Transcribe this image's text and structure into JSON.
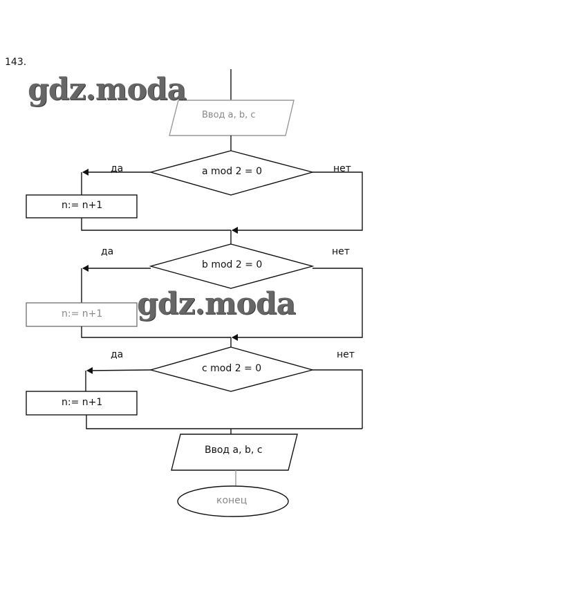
{
  "problem_number": "143.",
  "watermark": "gdz.moda",
  "flowchart": {
    "input_block": "Ввод a, b, c",
    "decisions": [
      {
        "condition": "a mod 2 = 0",
        "yes_label": "да",
        "no_label": "нет",
        "yes_action": "n:= n+1"
      },
      {
        "condition": "b mod 2 = 0",
        "yes_label": "да",
        "no_label": "нет",
        "yes_action": "n:= n+1"
      },
      {
        "condition": "c mod 2 = 0",
        "yes_label": "да",
        "no_label": "нет",
        "yes_action": "n:= n+1"
      }
    ],
    "output_block": "Ввод a, b, c",
    "end_block": "конец"
  },
  "colors": {
    "stroke": "#111111",
    "background": "#ffffff",
    "watermark": "#5a5a5a"
  }
}
